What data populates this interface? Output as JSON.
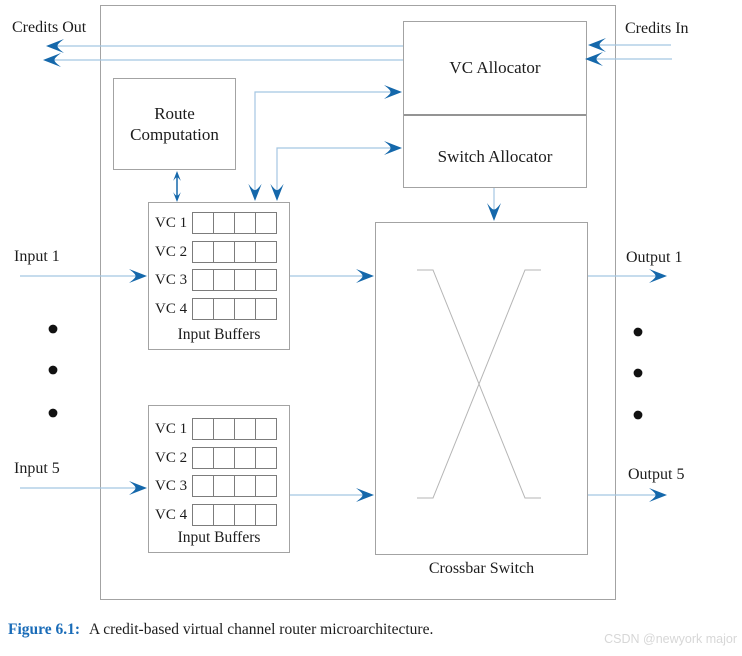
{
  "diagram": {
    "credits_out": "Credits Out",
    "credits_in": "Credits In",
    "vc_allocator": "VC Allocator",
    "switch_allocator": "Switch Allocator",
    "route_computation": "Route Computation",
    "input_1": "Input 1",
    "input_5": "Input 5",
    "output_1": "Output 1",
    "output_5": "Output 5",
    "crossbar_switch": "Crossbar Switch",
    "input_buffers_label": "Input Buffers",
    "vc_rows": [
      "VC 1",
      "VC 2",
      "VC 3",
      "VC 4"
    ],
    "cells_per_vc_row": 4
  },
  "caption": {
    "label": "Figure 6.1:",
    "text": "A credit-based virtual channel router microarchitecture."
  },
  "watermark": "CSDN @newyork major",
  "colors": {
    "arrow_blue": "#1568ab",
    "line_blue": "#a5c6e2",
    "box_border": "#a3a3a3",
    "allocator_divider": "#555555",
    "crossbar_line": "#b5b5b5",
    "caption_blue": "#1a6cb8",
    "watermark_gray": "#d7d7d7",
    "dot_black": "#111111"
  }
}
